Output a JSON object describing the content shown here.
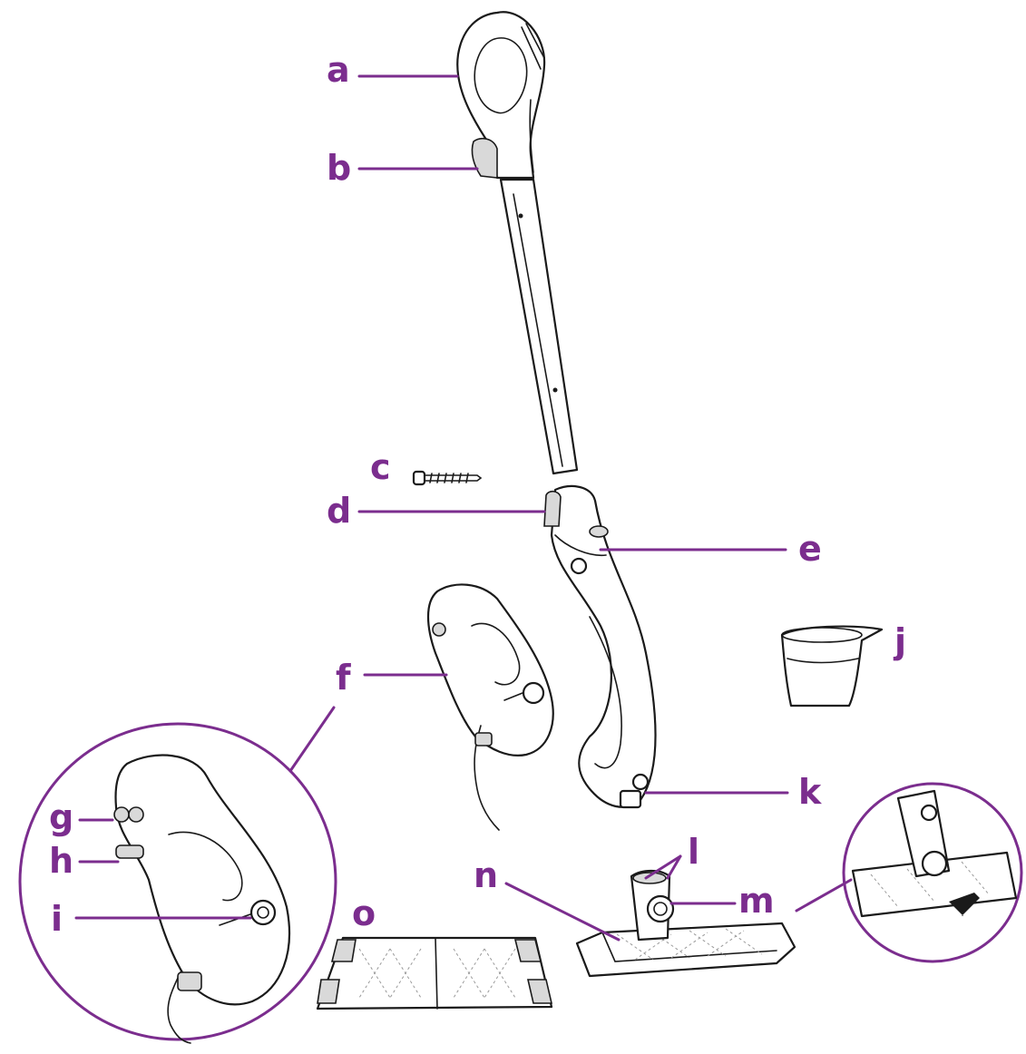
{
  "accent_color": "#7b2d8e",
  "labels": {
    "a": "a",
    "b": "b",
    "c": "c",
    "d": "d",
    "e": "e",
    "f": "f",
    "g": "g",
    "h": "h",
    "i": "i",
    "j": "j",
    "k": "k",
    "l": "l",
    "m": "m",
    "n": "n",
    "o": "o"
  }
}
